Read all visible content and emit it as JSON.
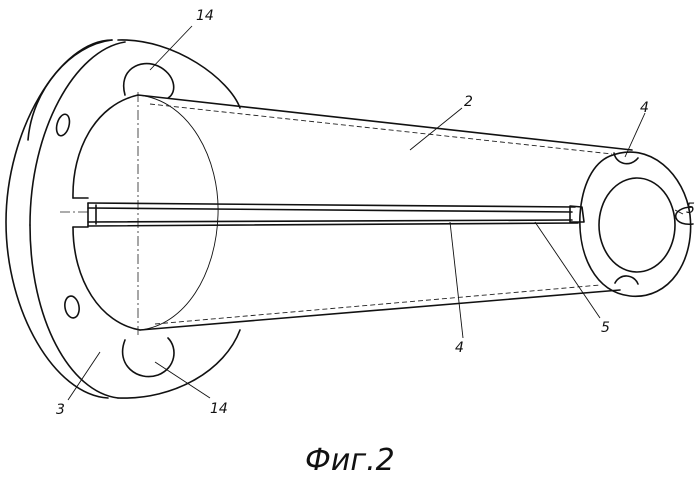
{
  "callouts": {
    "label_14_top": "14",
    "label_2": "2",
    "label_4_top": "4",
    "label_5_right": "5",
    "label_5_bottom": "5",
    "label_4_bottom": "4",
    "label_3": "3",
    "label_14_bottom": "14"
  },
  "caption": "Фиг.2"
}
